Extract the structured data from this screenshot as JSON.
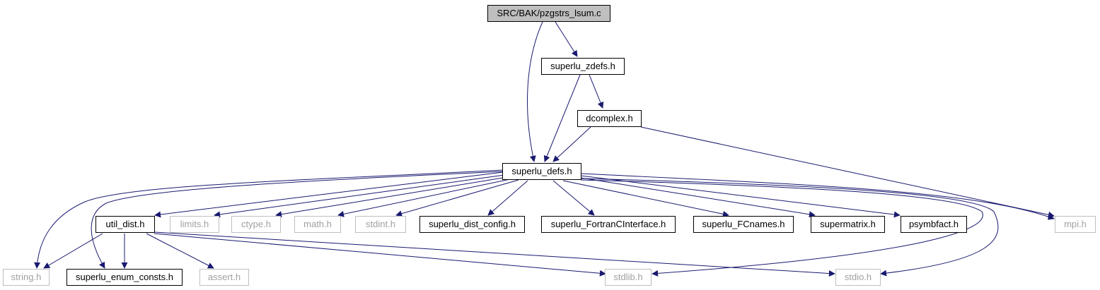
{
  "colors": {
    "edge": "#191970",
    "ext_border": "#bfbfbf",
    "ext_text": "#a0a0a0",
    "root_fill": "#bfbfbf"
  },
  "nodes": {
    "root": "SRC/BAK/pzgstrs_lsum.c",
    "zdefs": "superlu_zdefs.h",
    "dcomplex": "dcomplex.h",
    "defs": "superlu_defs.h",
    "util_dist": "util_dist.h",
    "limits": "limits.h",
    "ctype": "ctype.h",
    "math": "math.h",
    "stdint": "stdint.h",
    "dist_config": "superlu_dist_config.h",
    "fortran": "superlu_FortranCInterface.h",
    "fcnames": "superlu_FCnames.h",
    "supermatrix": "supermatrix.h",
    "psymbfact": "psymbfact.h",
    "mpi": "mpi.h",
    "string": "string.h",
    "enum_consts": "superlu_enum_consts.h",
    "assert": "assert.h",
    "stdlib": "stdlib.h",
    "stdio": "stdio.h"
  }
}
